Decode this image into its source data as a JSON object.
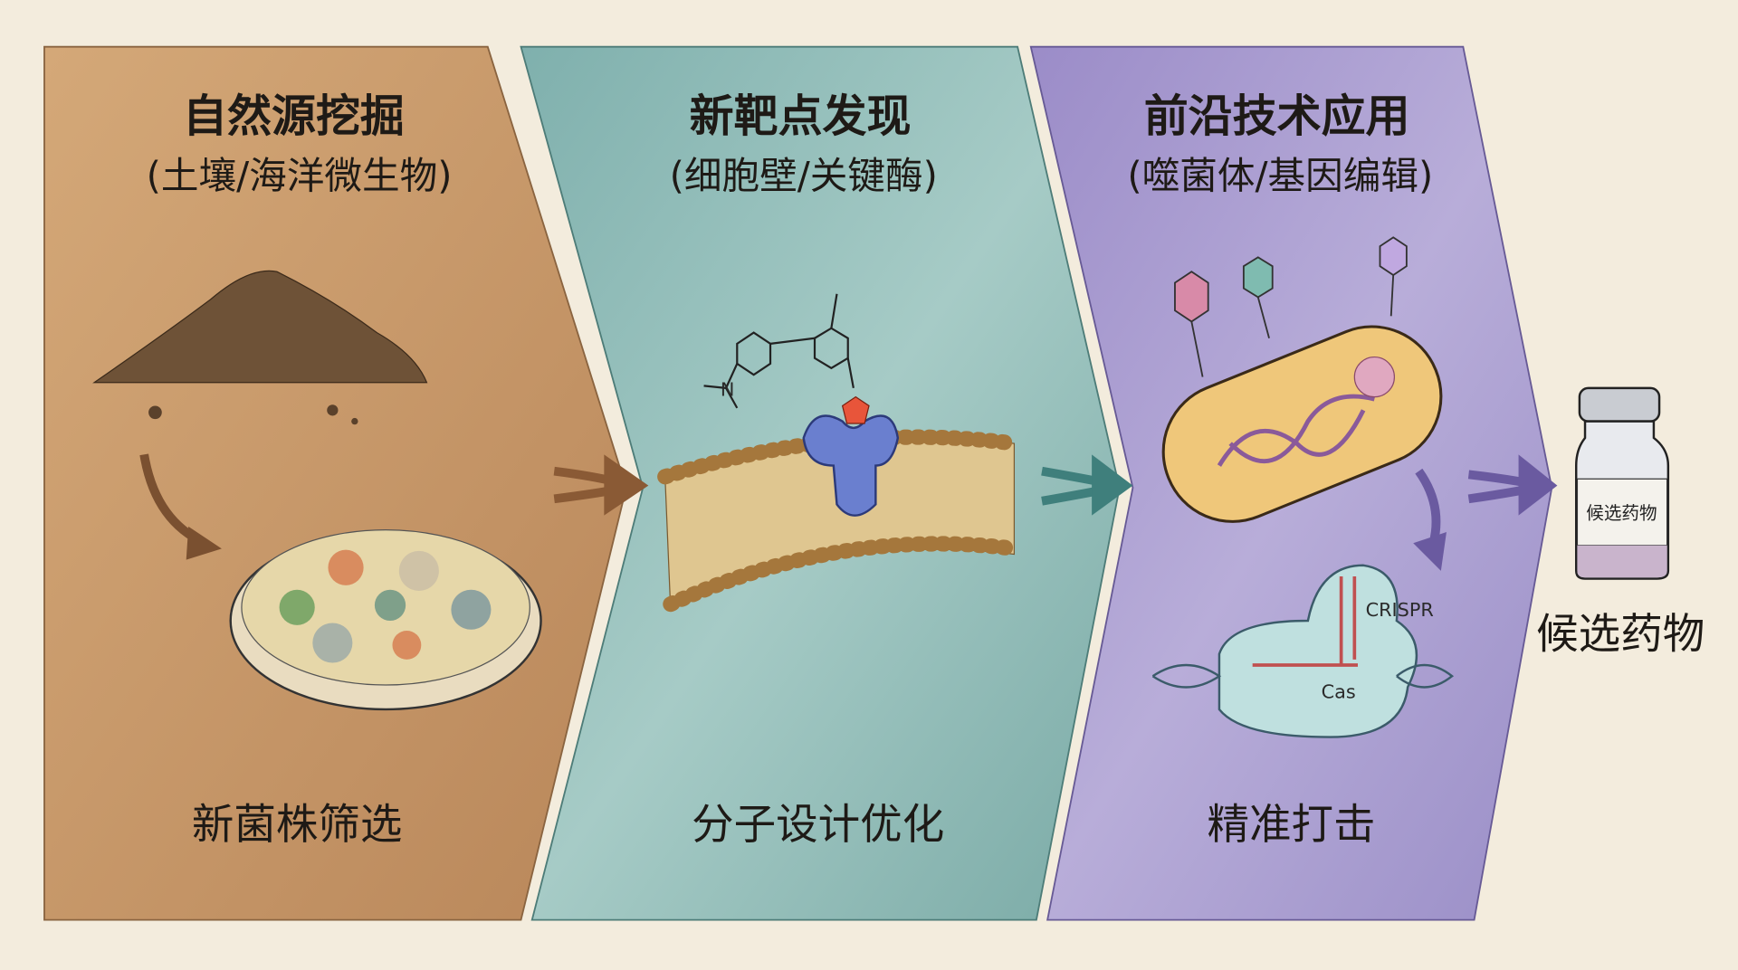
{
  "colors": {
    "background": "#f3ecdd",
    "panel1": "#c8996a",
    "panel2": "#8fbab5",
    "panel3": "#a89bd0"
  },
  "panels": [
    {
      "title": "自然源挖掘",
      "subtitle": "(土壤/海洋微生物)",
      "bottom": "新菌株筛选"
    },
    {
      "title": "新靶点发现",
      "subtitle": "(细胞壁/关键酶)",
      "bottom": "分子设计优化"
    },
    {
      "title": "前沿技术应用",
      "subtitle": "(噬菌体/基因编辑)",
      "bottom": "精准打击"
    }
  ],
  "crispr": {
    "label": "CRISPR",
    "cas_label": "Cas"
  },
  "result": {
    "vial_label": "候选药物",
    "label": "候选药物"
  },
  "molecule": {
    "n_label": "N"
  }
}
